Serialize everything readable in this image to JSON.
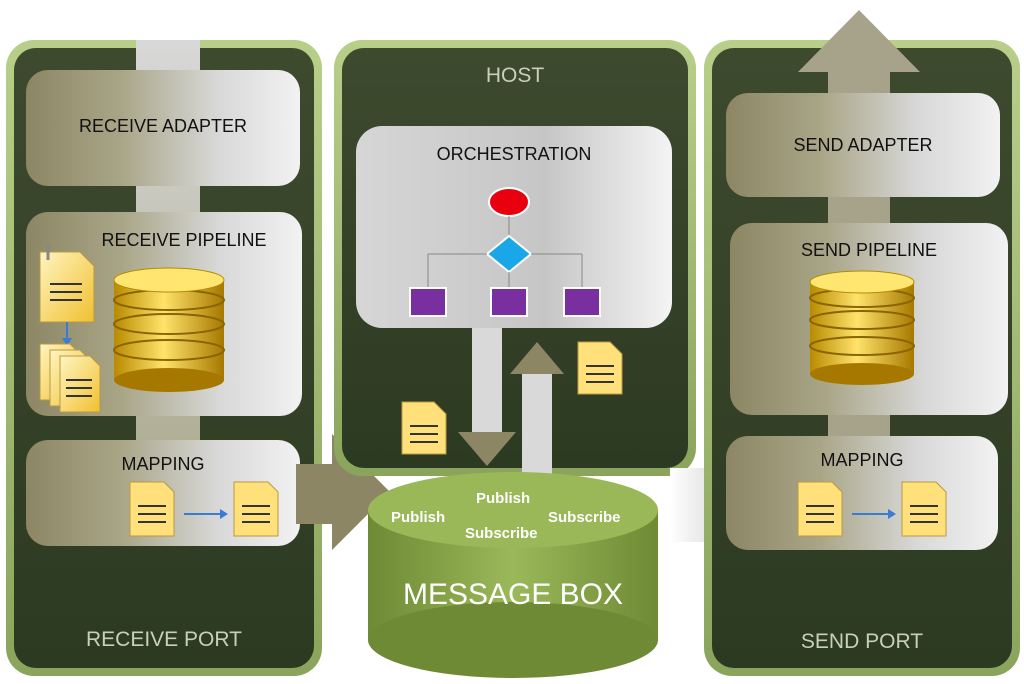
{
  "receive_port": {
    "title": "RECEIVE PORT",
    "adapter": "RECEIVE ADAPTER",
    "pipeline": "RECEIVE PIPELINE",
    "mapping": "MAPPING"
  },
  "host": {
    "title": "HOST",
    "orchestration": "ORCHESTRATION"
  },
  "send_port": {
    "title": "SEND PORT",
    "adapter": "SEND ADAPTER",
    "pipeline": "SEND PIPELINE",
    "mapping": "MAPPING"
  },
  "message_box": {
    "title": "MESSAGE BOX",
    "labels": [
      "Publish",
      "Publish",
      "Subscribe",
      "Subscribe"
    ]
  },
  "colors": {
    "panel_dark": "#2f3d24",
    "panel_border": "#9fbb6c",
    "cylinder": "#8aa64a",
    "start_node": "#e8000f",
    "decision_node": "#1aa7e8",
    "task_node": "#7a2fa0",
    "db_gold": "#e2b520"
  }
}
